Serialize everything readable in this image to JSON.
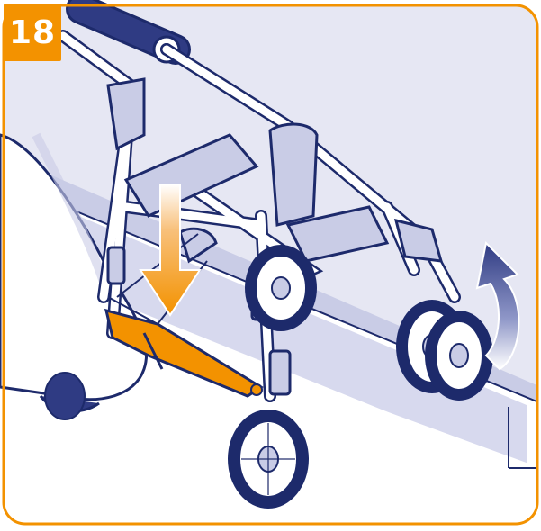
{
  "step": {
    "number": "18"
  },
  "colors": {
    "frame": "#f39200",
    "wall": "#e5e6f3",
    "step_face": "#d9dbee",
    "outline": "#1d2a6b",
    "accent_orange": "#f39200",
    "tube": "#ffffff",
    "dark_navy": "#2f3b83"
  },
  "illustration": {
    "subject": "stroller-frame",
    "actions": [
      "push-down-arrow",
      "lift-up-arrow"
    ],
    "highlighted_part": "rear-foot-bar"
  }
}
